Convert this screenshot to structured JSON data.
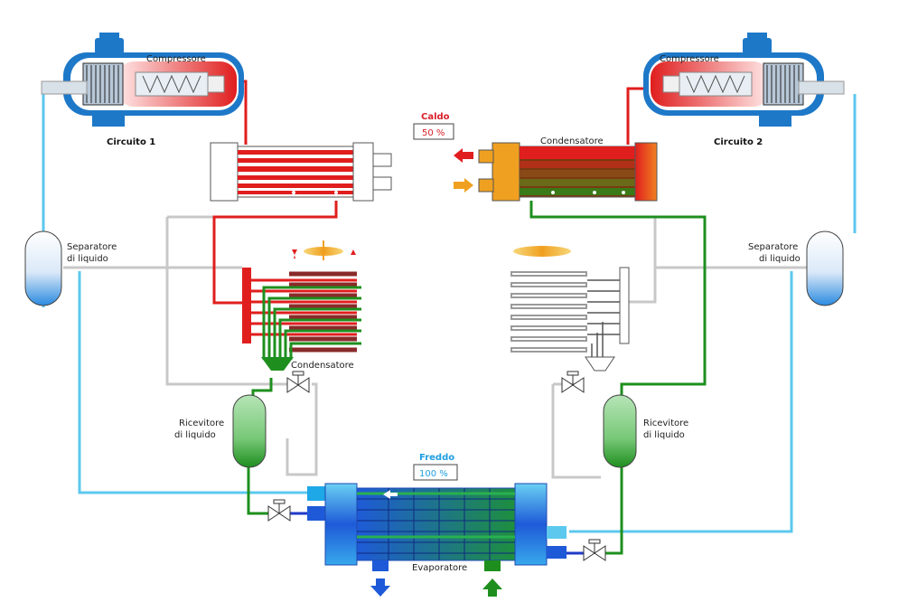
{
  "labels": {
    "compressor_left": "Compressore",
    "compressor_right": "Compressore",
    "circuit_1": "Circuito 1",
    "circuit_2": "Circuito 2",
    "hot_title": "Caldo",
    "hot_value": "50 %",
    "cold_title": "Freddo",
    "cold_value": "100 %",
    "condenser_top_right": "Condensatore",
    "condenser_mid_left": "Condensatore",
    "separator_left_1": "Separatore",
    "separator_left_2": "di liquido",
    "separator_right_1": "Separatore",
    "separator_right_2": "di liquido",
    "receiver_left_1": "Ricevitore",
    "receiver_left_2": "di liquido",
    "receiver_right_1": "Ricevitore",
    "receiver_right_2": "di liquido",
    "evaporator": "Evaporatore"
  },
  "colors": {
    "hot_red": "#e01e1e",
    "gas_grey": "#c8c8c8",
    "liquid_green": "#1e8f1e",
    "suction_cyan": "#5cc8ee",
    "compressor_blue": "#1e78c8",
    "cold_blue": "#1e5ad8",
    "warm_orange": "#f0a020"
  }
}
